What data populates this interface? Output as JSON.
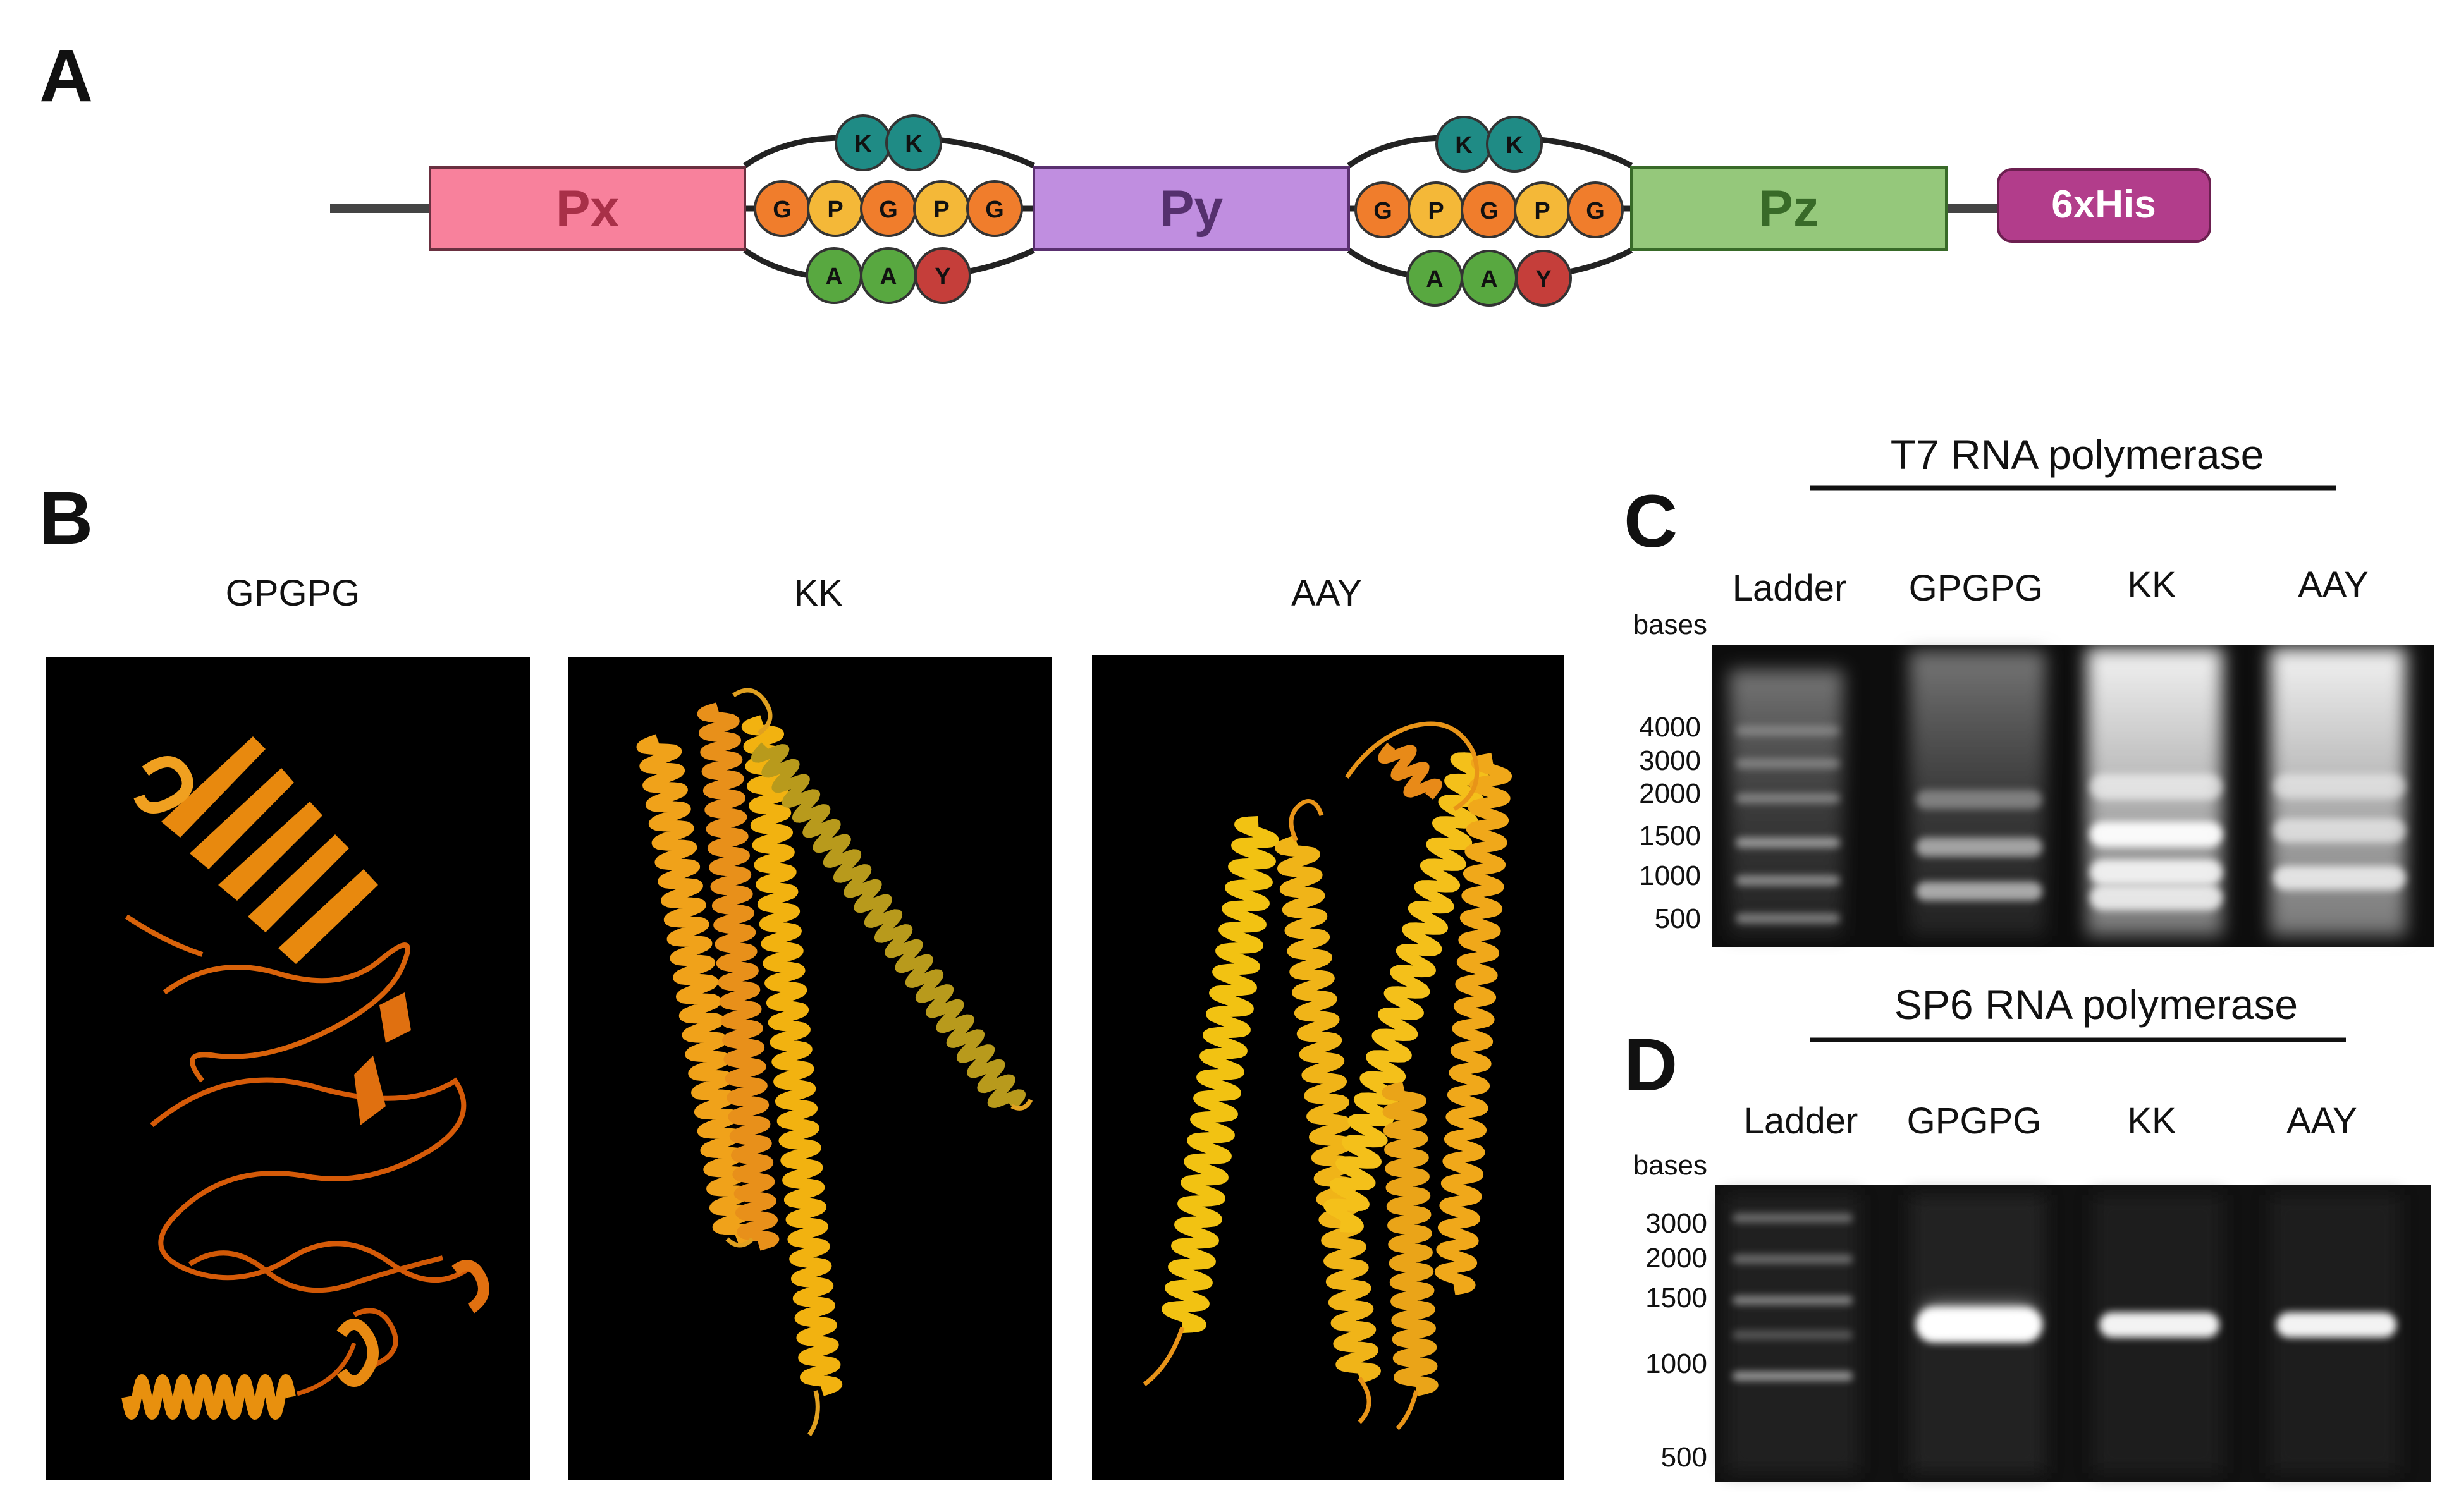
{
  "panels": {
    "a": "A",
    "b": "B",
    "c": "C",
    "d": "D"
  },
  "construct": {
    "domains": [
      {
        "label": "Px",
        "fill": "#f8819c",
        "text_color": "#a83048"
      },
      {
        "label": "Py",
        "fill": "#c08ee0",
        "text_color": "#55306e"
      },
      {
        "label": "Pz",
        "fill": "#95c87b",
        "text_color": "#386a28"
      }
    ],
    "tag": {
      "label": "6xHis",
      "fill": "#b23d8b"
    },
    "linkers": {
      "kk": [
        "K",
        "K"
      ],
      "gpgpg": [
        "G",
        "P",
        "G",
        "P",
        "G"
      ],
      "aay": [
        "A",
        "A",
        "Y"
      ]
    },
    "residue_colors": {
      "K": "#1f8b85",
      "G": "#f07d2c",
      "P": "#f4b838",
      "A": "#58a840",
      "Y": "#c53e3a"
    }
  },
  "structures": {
    "labels": [
      "GPGPG",
      "KK",
      "AAY"
    ]
  },
  "gel_c": {
    "title": "T7 RNA polymerase",
    "bases_label": "bases",
    "lanes": [
      "Ladder",
      "GPGPG",
      "KK",
      "AAY"
    ],
    "sizes": [
      "4000",
      "3000",
      "2000",
      "1500",
      "1000",
      "500"
    ]
  },
  "gel_d": {
    "title": "SP6 RNA polymerase",
    "bases_label": "bases",
    "lanes": [
      "Ladder",
      "GPGPG",
      "KK",
      "AAY"
    ],
    "sizes": [
      "3000",
      "2000",
      "1500",
      "1000",
      "500"
    ]
  }
}
